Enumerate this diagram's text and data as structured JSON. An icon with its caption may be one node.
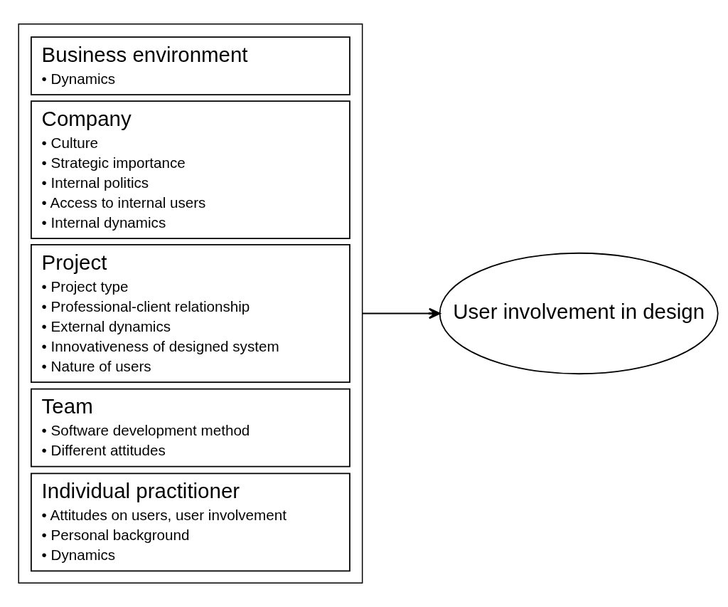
{
  "diagram": {
    "nodes": [
      {
        "text": [],
        "shape": "box"
      },
      {
        "text": [
          "Business environment",
          "• Dynamics"
        ],
        "in": 0
      },
      {
        "text": [
          "Company",
          "• Culture",
          "• Strategic importance",
          "• Internal politics",
          "• Access to internal users",
          "• Internal dynamics"
        ],
        "in": 0
      },
      {
        "text": [
          "Project",
          "• Project type",
          "• Professional-client relationship",
          "• External dynamics",
          "• Innovativeness of designed system",
          "• Nature of users"
        ],
        "in": 0
      },
      {
        "text": [
          "Team",
          "• Software development method",
          "• Different attitudes"
        ],
        "in": 0
      },
      {
        "text": [
          "Individual practitioner",
          "• Attitudes on users, user involvement",
          "• Personal background",
          "• Dynamics"
        ],
        "in": 0
      },
      {
        "text": [
          "User involvement in design"
        ]
      }
    ],
    "edges": [
      {
        "from": 0,
        "to": 6,
        "arrow": "to"
      }
    ]
  }
}
